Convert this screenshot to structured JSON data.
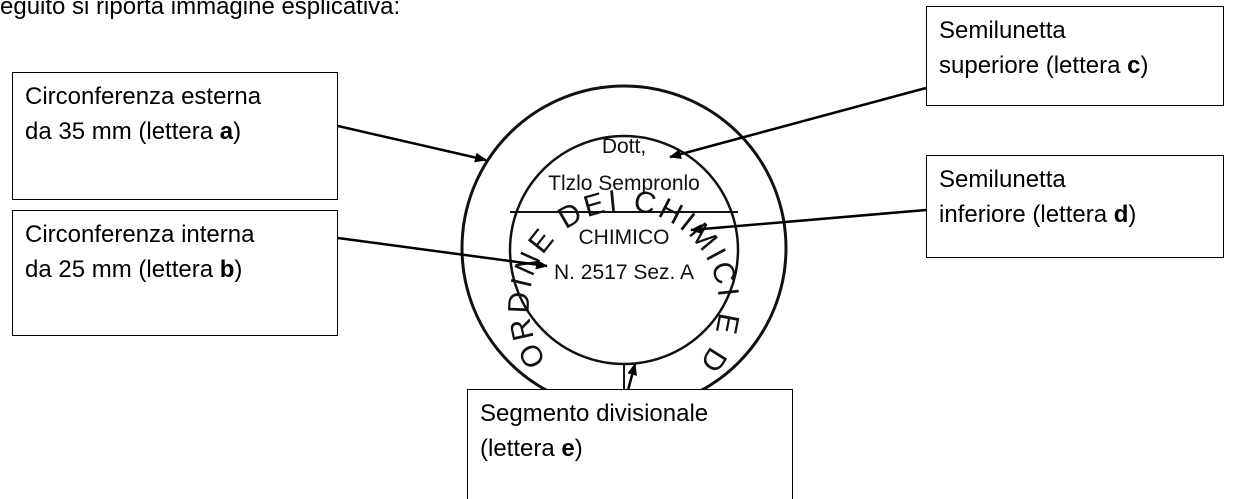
{
  "intro_text": "eguito si riporta immagine esplicativa:",
  "stamp": {
    "ring_text": "ORDINE DEI CHIMICI E DEI FISICI DEL PIEMONTE E VALLE D'AOSTA",
    "upper_line1": "Dott,",
    "upper_line2": "Tlzlo Sempronlo",
    "lower_line1": "CHIMICO",
    "lower_line2": "N. 2517 Sez. A"
  },
  "labels": {
    "a": {
      "line1": "Circonferenza esterna",
      "line2_prefix": "da 35 mm  (lettera ",
      "letter": "a",
      "suffix": ")"
    },
    "b": {
      "line1": "Circonferenza interna",
      "line2_prefix": "da 25 mm  (lettera ",
      "letter": "b",
      "suffix": ")"
    },
    "c": {
      "line1": "Semilunetta",
      "line2_prefix": "superiore  (lettera ",
      "letter": "c",
      "suffix": ")"
    },
    "d": {
      "line1": "Semilunetta",
      "line2_prefix": "inferiore  (lettera ",
      "letter": "d",
      "suffix": ")"
    },
    "e": {
      "line1": "Segmento divisionale",
      "line2_prefix": "(lettera ",
      "letter": "e",
      "suffix": ")"
    }
  }
}
